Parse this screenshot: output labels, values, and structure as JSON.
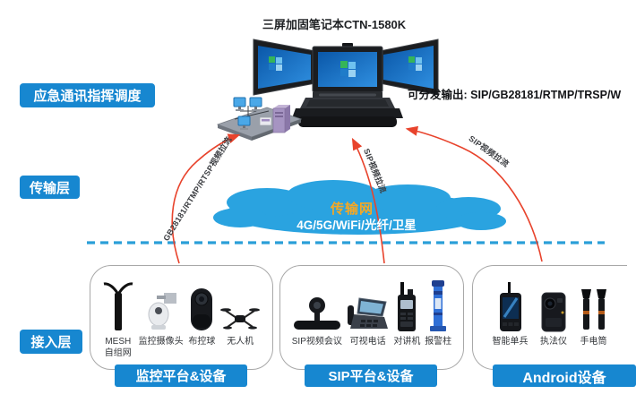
{
  "header": {
    "laptop_title": "三屏加固笔记本CTN-1580K",
    "output_label": "可分发输出: SIP/GB28181/RTMP/TRSP/W"
  },
  "layers": [
    {
      "id": "dispatch",
      "label": "应急通讯指挥调度"
    },
    {
      "id": "transport",
      "label": "传输层"
    },
    {
      "id": "access",
      "label": "接入层"
    }
  ],
  "cloud": {
    "title": "传输网",
    "subtitle": "4G/5G/WiFi/光纤/卫星"
  },
  "flows": [
    {
      "id": "gb28181-pull",
      "label": "GB28181/RTMP/RTSP视频拉流"
    },
    {
      "id": "sip-pull-1",
      "label": "SIP视频拉流"
    },
    {
      "id": "sip-pull-2",
      "label": "SIP视频拉流"
    }
  ],
  "groups": [
    {
      "label": "监控平台&设备",
      "devices": [
        {
          "name": "MESH\n自组网",
          "icon": "mesh-antenna-icon"
        },
        {
          "name": "监控摄像头",
          "icon": "ptz-camera-icon"
        },
        {
          "name": "布控球",
          "icon": "patrol-ball-camera-icon"
        },
        {
          "name": "无人机",
          "icon": "drone-icon"
        }
      ]
    },
    {
      "label": "SIP平台&设备",
      "devices": [
        {
          "name": "SIP视频会议",
          "icon": "video-conference-icon"
        },
        {
          "name": "可视电话",
          "icon": "video-phone-icon"
        },
        {
          "name": "对讲机",
          "icon": "walkie-talkie-icon"
        },
        {
          "name": "报警柱",
          "icon": "alarm-post-icon"
        }
      ]
    },
    {
      "label": "Android设备",
      "devices": [
        {
          "name": "智能单兵",
          "icon": "soldier-terminal-icon"
        },
        {
          "name": "执法仪",
          "icon": "body-camera-icon"
        },
        {
          "name": "手电筒",
          "icon": "flashlight-icon"
        }
      ]
    }
  ],
  "colors": {
    "accent_blue": "#1787d0",
    "cloud_blue": "#2aa3e0",
    "cloud_title_orange": "#f7a823",
    "arrow_red": "#e8432c",
    "dash_blue": "#2a9fd8"
  }
}
